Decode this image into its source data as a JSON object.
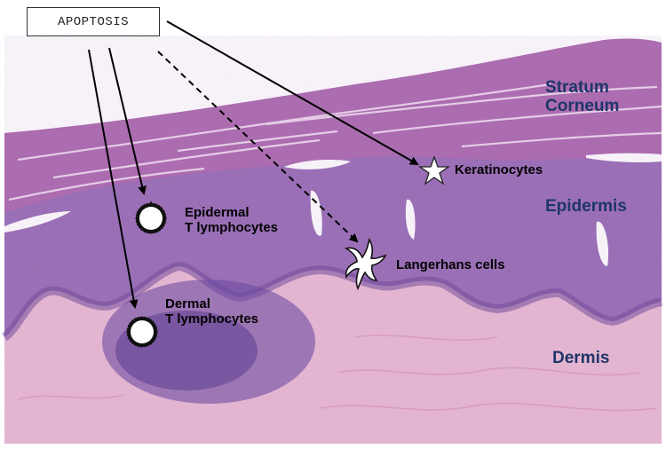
{
  "title_box": {
    "text": "APOPTOSIS"
  },
  "cell_labels": {
    "keratinocytes": "Keratinocytes",
    "epidermal_t": [
      "Epidermal",
      "T lymphocytes"
    ],
    "langerhans": "Langerhans cells",
    "dermal_t": [
      "Dermal",
      "T lymphocytes"
    ]
  },
  "layer_labels": {
    "stratum_corneum": [
      "Stratum",
      "Corneum"
    ],
    "epidermis": "Epidermis",
    "dermis": "Dermis"
  },
  "colors": {
    "corneum": "#a967ad",
    "epidermis": "#9b72b8",
    "dermis": "#e7b8d2",
    "infiltrate": "#5b3b92",
    "label_dark_blue": "#1e3568"
  }
}
